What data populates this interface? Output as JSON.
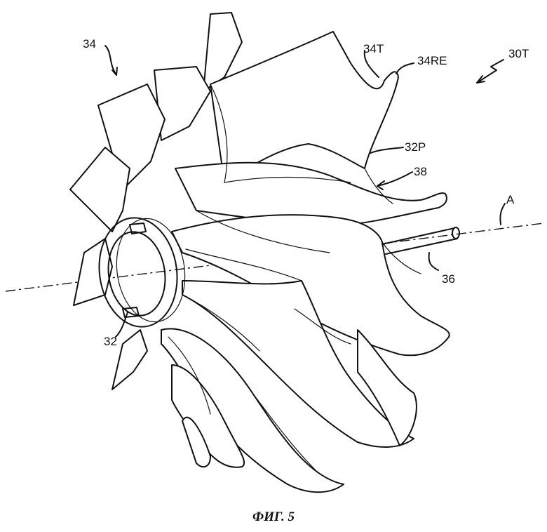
{
  "figure": {
    "caption": "ФИГ. 5",
    "labels": {
      "l34": "34",
      "l34T": "34T",
      "l34RE": "34RE",
      "l30T": "30T",
      "l32P": "32P",
      "l38": "38",
      "lA": "A",
      "l36": "36",
      "l32": "32"
    }
  }
}
